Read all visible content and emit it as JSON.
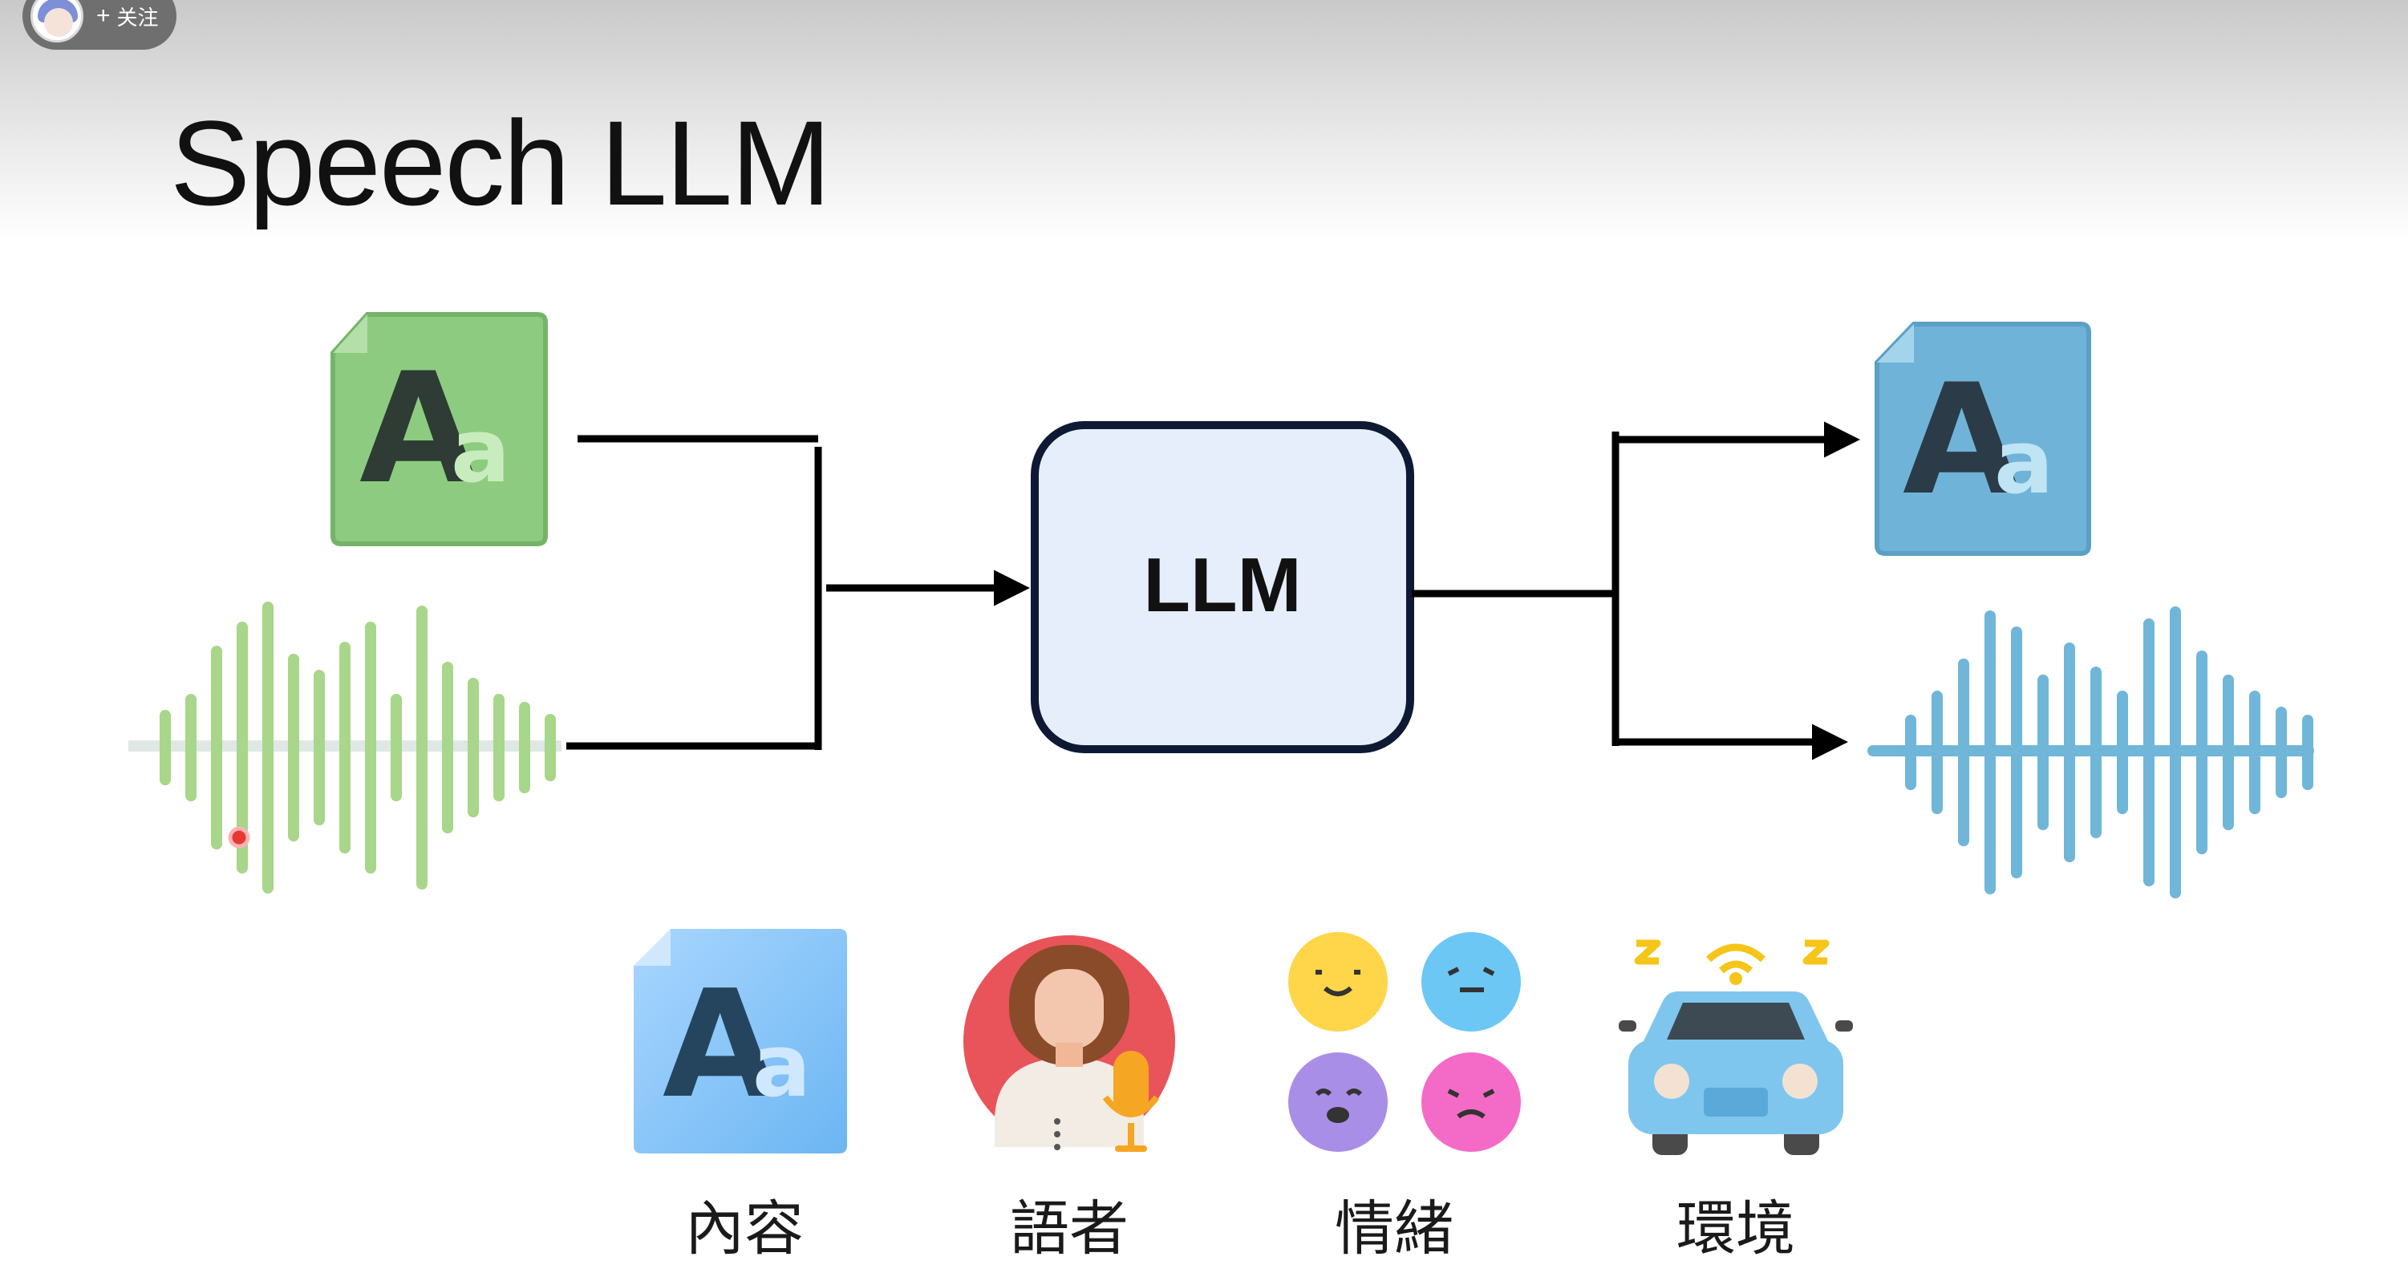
{
  "overlay": {
    "follow_label": "关注",
    "follow_icon": "plus-icon"
  },
  "slide": {
    "title": "Speech LLM"
  },
  "diagram": {
    "model_label": "LLM",
    "input_text_icon": {
      "glyph": "A",
      "glyph_small": "a",
      "color": "#8ccf7e"
    },
    "output_text_icon": {
      "glyph": "A",
      "glyph_small": "a",
      "color": "#6eb3d6"
    },
    "input_wave_color": "#a8d68a",
    "output_wave_color": "#6fb6d9",
    "model_fill": "#e6eefc",
    "model_border": "#0e1a33"
  },
  "aspects": [
    {
      "label": "內容",
      "icon": "text-document-icon"
    },
    {
      "label": "語者",
      "icon": "speaker-with-microphone-icon"
    },
    {
      "label": "情緒",
      "icon": "emotion-faces-icon"
    },
    {
      "label": "環境",
      "icon": "car-environment-icon"
    }
  ],
  "aspect_text_icon": {
    "glyph": "A",
    "glyph_small": "a"
  }
}
